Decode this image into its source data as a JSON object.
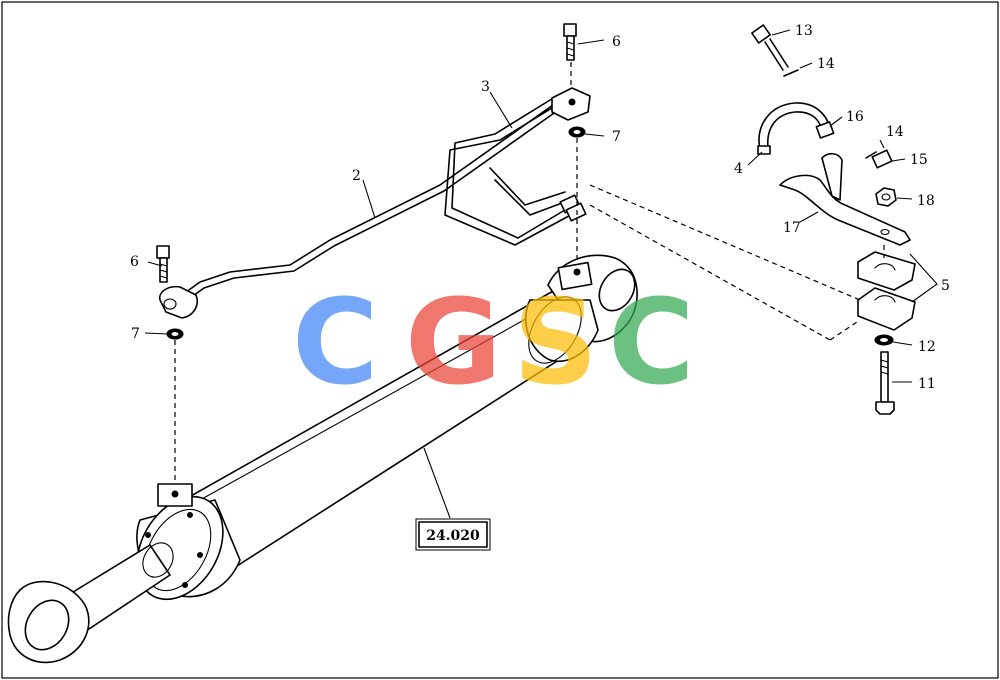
{
  "diagram": {
    "labels": {
      "l2": "2",
      "l3": "3",
      "l4": "4",
      "l5": "5",
      "l6a": "6",
      "l6b": "6",
      "l7a": "7",
      "l7b": "7",
      "l11": "11",
      "l12": "12",
      "l13": "13",
      "l14a": "14",
      "l14b": "14",
      "l15": "15",
      "l16": "16",
      "l17": "17",
      "l18": "18"
    },
    "reference_box": "24.020"
  },
  "watermark": {
    "letters": [
      "C",
      "G",
      "S",
      "C"
    ],
    "colors": [
      "#4285F4",
      "#EA4335",
      "#FBBC05",
      "#34A853"
    ]
  }
}
